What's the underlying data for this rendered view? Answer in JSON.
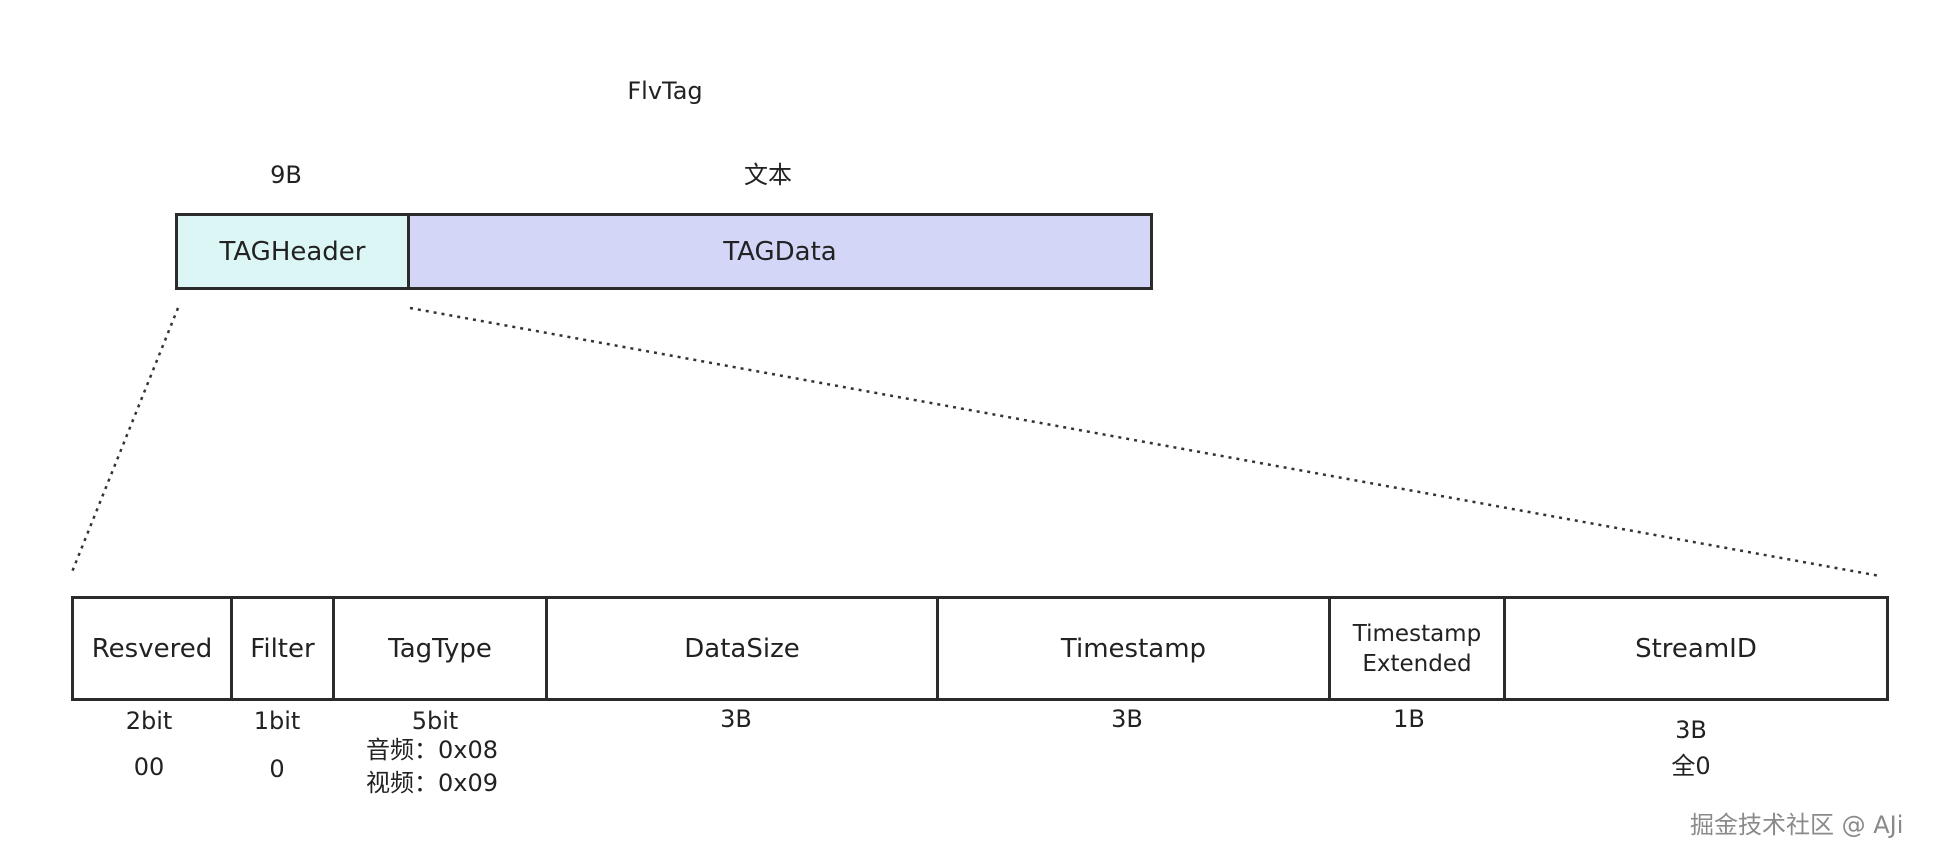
{
  "title": "FlvTag",
  "top": {
    "header_size": "9B",
    "data_size": "文本",
    "header_label": "TAGHeader",
    "data_label": "TAGData",
    "header_color": "#dcf5f5",
    "data_color": "#d3d6f7"
  },
  "fields": [
    {
      "name": "Resvered",
      "size": "2bit",
      "note": "00"
    },
    {
      "name": "Filter",
      "size": "1bit",
      "note": "0"
    },
    {
      "name": "TagType",
      "size": "5bit",
      "note": "音频：0x08",
      "note2": "视频：0x09"
    },
    {
      "name": "DataSize",
      "size": "3B"
    },
    {
      "name": "Timestamp",
      "size": "3B"
    },
    {
      "name": "Timestamp",
      "name2": "Extended",
      "size": "1B"
    },
    {
      "name": "StreamID",
      "size": "3B",
      "note": "全0"
    }
  ],
  "watermark": "掘金技术社区 @ AJi"
}
